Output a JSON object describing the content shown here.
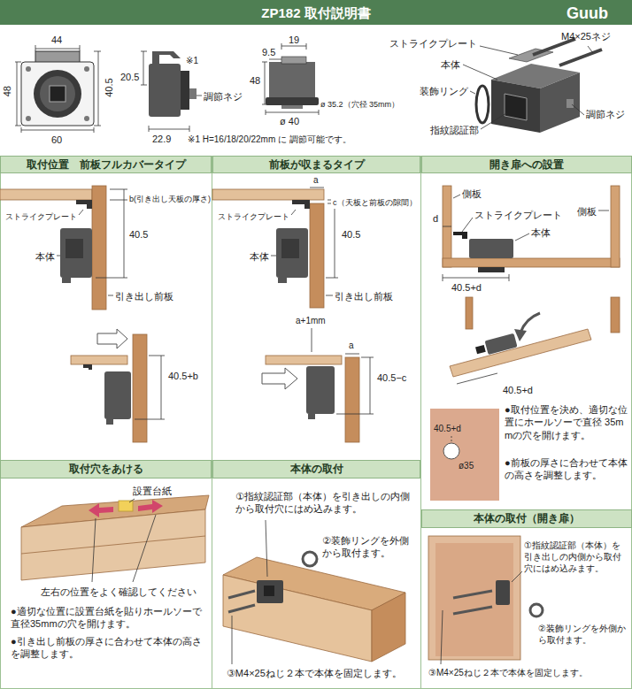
{
  "diagram": {
    "title": "ZP182 取付説明書",
    "nodes": [
      {
        "text": [
          "取付位置　前板フルカバータイプ"
        ]
      },
      {
        "text": [
          "前板が収まるタイプ"
        ]
      },
      {
        "text": [
          "開き扉への設置"
        ]
      },
      {
        "text": [
          "取付穴をあける"
        ]
      },
      {
        "text": [
          "本体の取付"
        ]
      },
      {
        "text": [
          "本体の取付（開き扉）"
        ]
      }
    ],
    "labels": [
      "Guub",
      "44",
      "48",
      "40.5",
      "60",
      "20.5",
      "※1",
      "調節ネジ",
      "22.9",
      "※1 H=16/18/20/22mm に 調節可能です。",
      "19",
      "9.5",
      "48",
      "ø 35.2（穴径 35mm）",
      "ø 40",
      "ストライクプレート",
      "M4×25ネジ",
      "本体",
      "装飾リング",
      "指紋認証部",
      "調節ネジ",
      "b(引き出し天板の厚さ)",
      "ストライクプレート",
      "40.5",
      "本体",
      "引き出し前板",
      "40.5+b",
      "a",
      "c（天板と前板の隙間）",
      "ストライクプレート",
      "40.5",
      "本体",
      "引き出し前板",
      "a+1mm",
      "a",
      "40.5−c",
      "側板",
      "d",
      "ストライクプレート",
      "側板",
      "本体",
      "40.5+d",
      "40.5+d",
      "40.5+d",
      "ø35",
      "●取付位置を決め、適切な位置にホールソーで直径 35mmの穴を開けます。",
      "●前板の厚さに合わせて本体の高さを調整します。",
      "設置台紙",
      "左右の位置をよく確認してください",
      "●適切な位置に設置台紙を貼りホールソーで直径35mmの穴を開けます。",
      "●引き出し前板の厚さに合わせて本体の高さを調整します。",
      "①指紋認証部（本体）を引き出しの内側から取付穴にはめ込みます。",
      "②装飾リングを外側から取付ます。",
      "③M4×25ねじ２本で本体を固定します。",
      "①指紋認証部（本体）を引き出しの内側から取付穴にはめ込みます。",
      "②装飾リングを外側から取付ます。",
      "③M4×25ねじ２本で本体を固定します。"
    ]
  }
}
